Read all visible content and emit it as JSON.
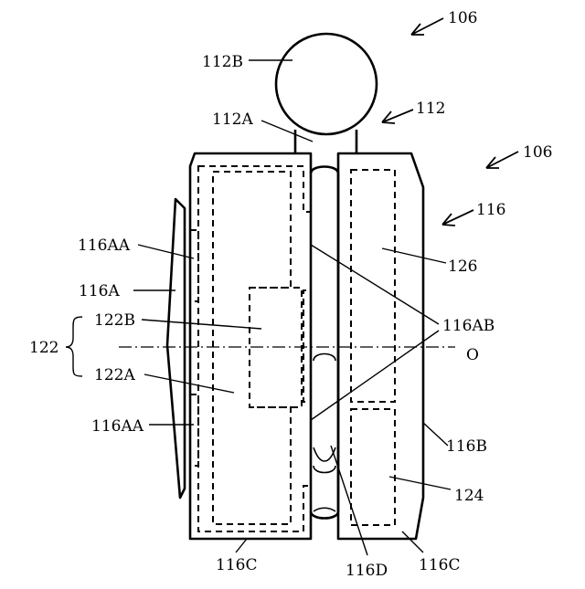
{
  "labels": {
    "ref_106_top": "106",
    "ref_106_mid": "106",
    "ref_112": "112",
    "ref_112A": "112A",
    "ref_112B": "112B",
    "ref_116": "116",
    "ref_116AA_top": "116AA",
    "ref_116A": "116A",
    "ref_122": "122",
    "ref_122B": "122B",
    "ref_122A": "122A",
    "ref_116AA_bottom": "116AA",
    "ref_126": "126",
    "ref_116AB": "116AB",
    "ref_O": "O",
    "ref_116B": "116B",
    "ref_124": "124",
    "ref_116C_left": "116C",
    "ref_116D": "116D",
    "ref_116C_right": "116C"
  }
}
